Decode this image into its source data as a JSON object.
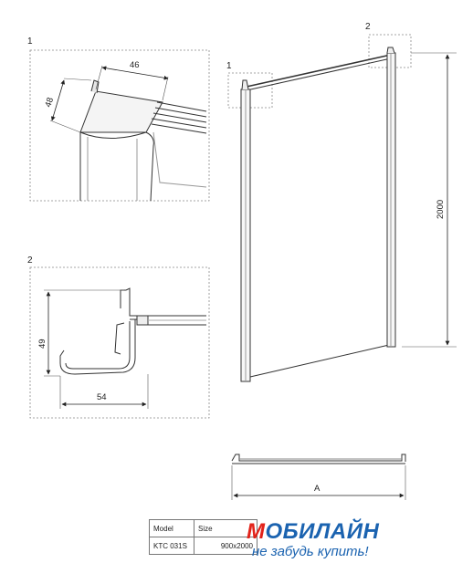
{
  "detail_labels": {
    "one": "1",
    "two": "2"
  },
  "detail1": {
    "width": "46",
    "height": "48"
  },
  "detail2": {
    "height": "49",
    "width": "54"
  },
  "main": {
    "height": "2000",
    "width": "A"
  },
  "spec_table": {
    "headers": [
      "Model",
      "Size"
    ],
    "row": [
      "KTC 031S",
      "900x2000"
    ]
  },
  "logo": {
    "first_letter": "М",
    "rest": "ОБИЛАЙН",
    "tagline": "не забудь купить!",
    "color_primary": "#1b63b0",
    "color_accent": "#e2231a"
  }
}
